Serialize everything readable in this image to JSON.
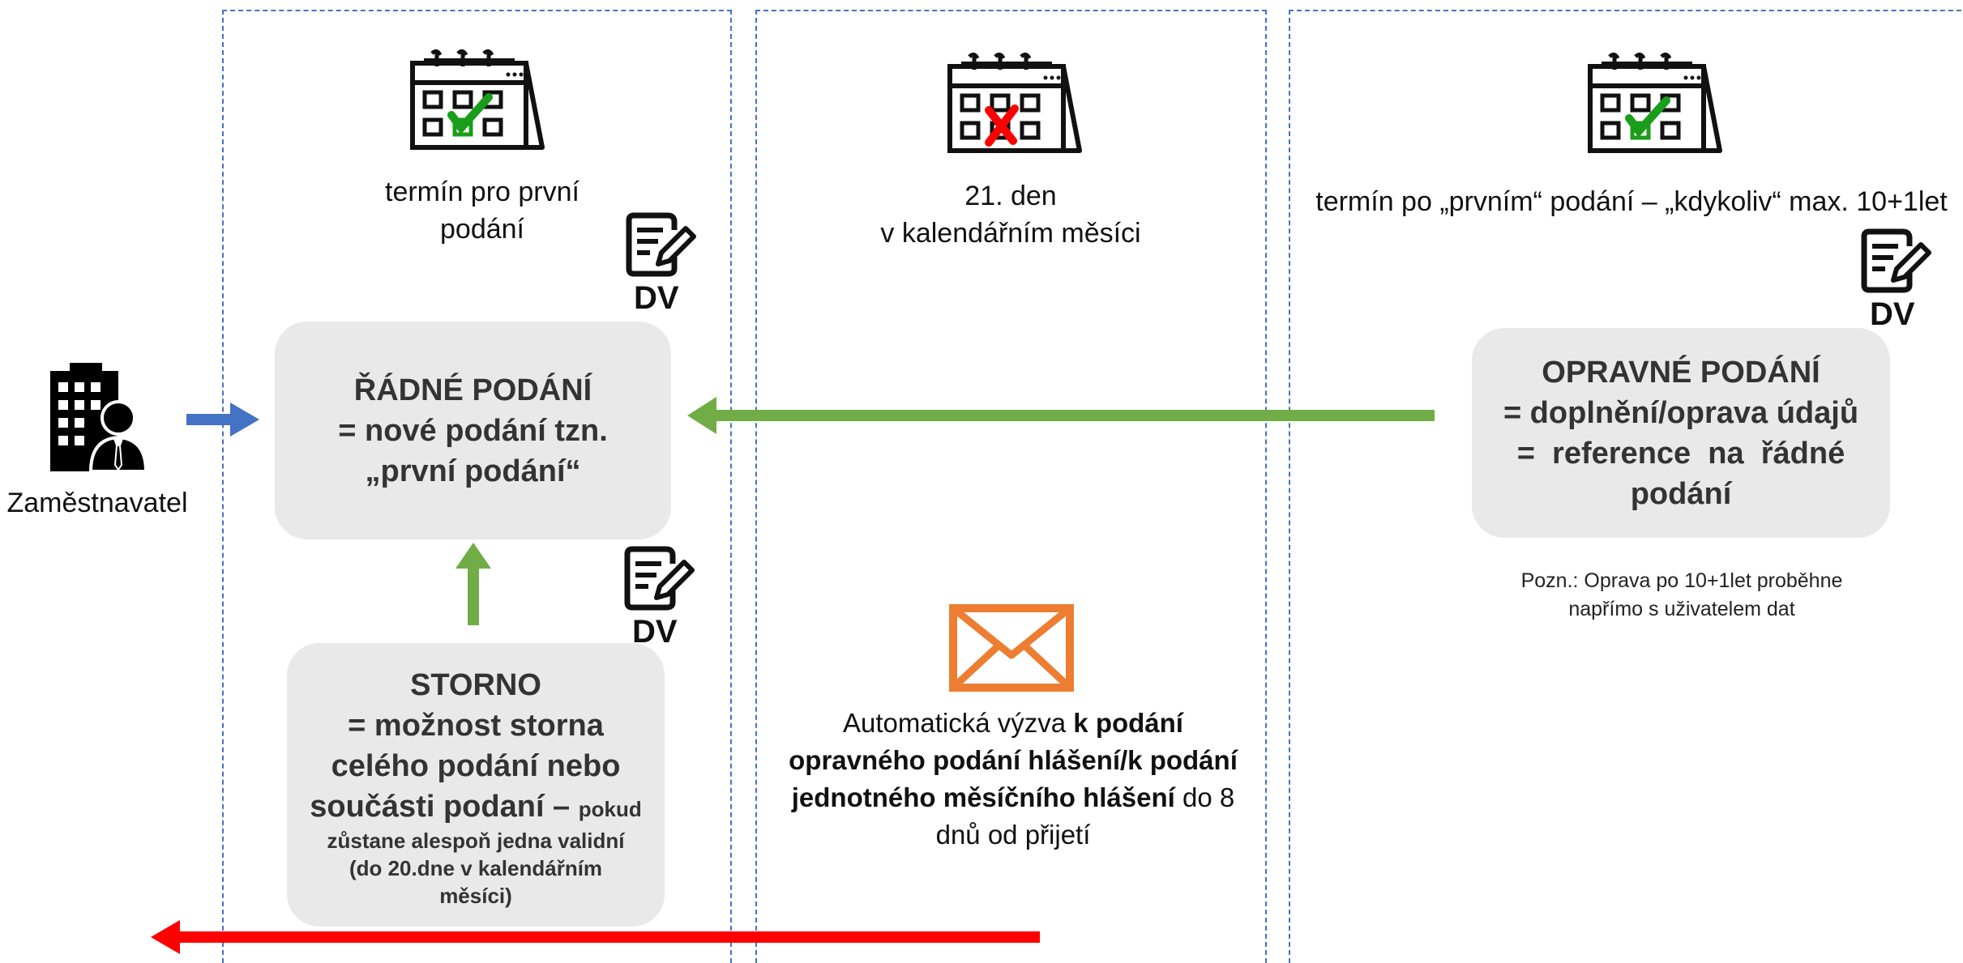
{
  "employer": {
    "label": "Zaměstnavatel",
    "icon": "employer-building-icon"
  },
  "lanes": [
    {
      "name": "first-submission-lane",
      "caption_lines": [
        "termín pro první",
        "podání"
      ],
      "calendar": "check"
    },
    {
      "name": "deadline-lane",
      "caption_lines": [
        "21. den",
        "v kalendářním měsíci"
      ],
      "calendar": "cross"
    },
    {
      "name": "correction-lane",
      "caption_lines": [
        "termín po „prvním“ podání – „kdykoliv“ max. 10+1let"
      ],
      "calendar": "check"
    }
  ],
  "dv_label": "DV",
  "regular_submission": {
    "lines": [
      "ŘÁDNÉ PODÁNÍ",
      "= nové podání tzn.",
      "„první podání“"
    ]
  },
  "storno": {
    "lines": [
      "STORNO",
      "= možnost storna",
      "celého podání nebo"
    ],
    "line4_main": "součásti podaní –",
    "line4_small": "pokud",
    "small_lines": [
      "zůstane alespoň jedna validní",
      "(do 20.dne v kalendářním",
      "měsíci)"
    ]
  },
  "correction_submission": {
    "lines": [
      "OPRAVNÉ PODÁNÍ",
      "= doplnění/oprava údajů",
      "=  reference  na  řádné",
      "podání"
    ]
  },
  "correction_note": {
    "lines": [
      "Pozn.: Oprava po 10+1let proběhne",
      "napřímo s uživatelem dat"
    ]
  },
  "automatic_notice": {
    "p1": "Automatická výzva ",
    "b1": "k podání",
    "b2": "opravného podání hlášení/k podání",
    "b3": "jednotného měsíčního hlášení",
    "p2": " do 8",
    "p3": "dnů od přijetí"
  },
  "colors": {
    "lane_border": "#4472c4",
    "green_arrow": "#70ad47",
    "blue_arrow": "#4472c4",
    "red_arrow": "#ff0000",
    "envelope": "#ed7d31",
    "check": "#1a9e1a",
    "cross": "#ff0000"
  }
}
